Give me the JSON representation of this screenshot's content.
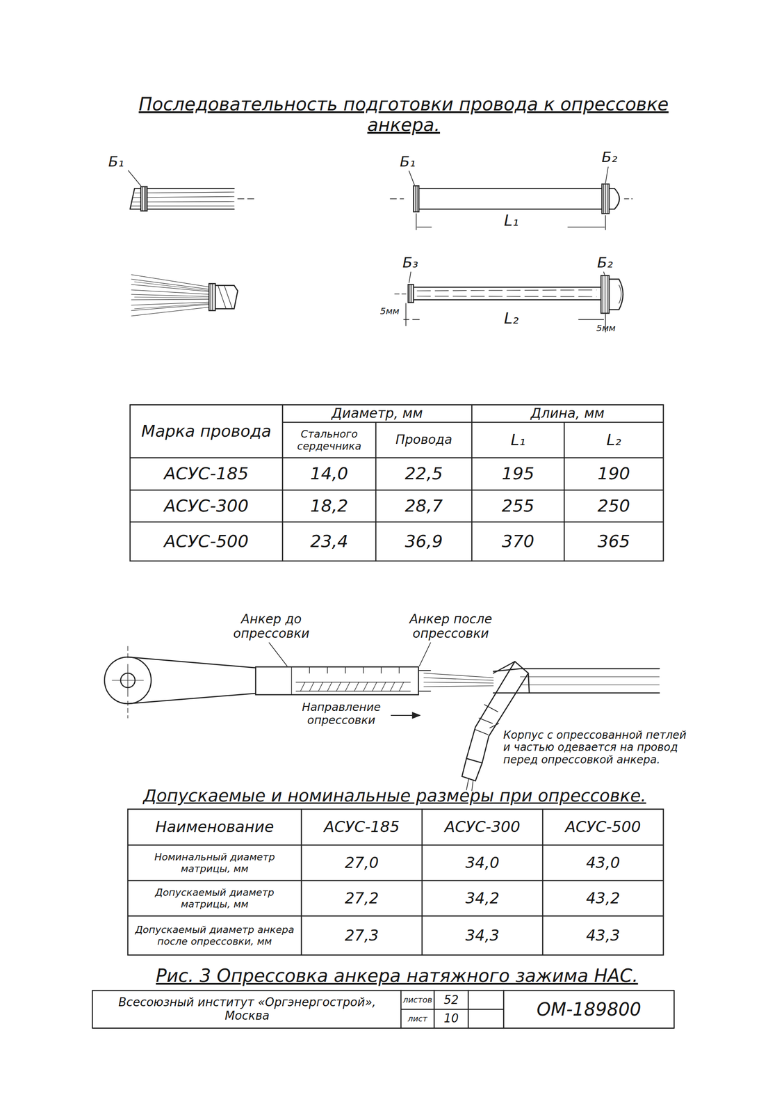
{
  "diagram": {
    "title": "Последовательность подготовки провода к опрессовке анкера.",
    "caption": "Рис. 3 Опрессовка анкера натяжного зажима НАС.",
    "labels": [
      "Б₁",
      "Б₁",
      "Б₂",
      "L₁",
      "Б₃",
      "Б₂",
      "5мм",
      "L₂",
      "5мм",
      "Марка провода",
      "Диаметр, мм",
      "Длина, мм",
      "Стального сердечника",
      "Провода",
      "L₁",
      "L₂",
      "АСУС-185",
      "14,0",
      "22,5",
      "195",
      "190",
      "АСУС-300",
      "18,2",
      "28,7",
      "255",
      "250",
      "АСУС-500",
      "23,4",
      "36,9",
      "370",
      "365",
      "Анкер до опрессовки",
      "Анкер после опрессовки",
      "Направление опрессовки",
      "Корпус с опрессованной петлей и частью одевается на провод перед опрессовкой анкера.",
      "Допускаемые и номинальные размеры при опрессовке.",
      "Наименование",
      "АСУС-185",
      "АСУС-300",
      "АСУС-500",
      "Номинальный диаметр матрицы, мм",
      "27,0",
      "34,0",
      "43,0",
      "Допускаемый диаметр матрицы, мм",
      "27,2",
      "34,2",
      "43,2",
      "Допускаемый диаметр анкера после опрессовки, мм",
      "27,3",
      "34,3",
      "43,3",
      "Всесоюзный институт «Оргэнергострой», Москва",
      "листов",
      "52",
      "лист",
      "10",
      "ОМ-189800"
    ]
  }
}
